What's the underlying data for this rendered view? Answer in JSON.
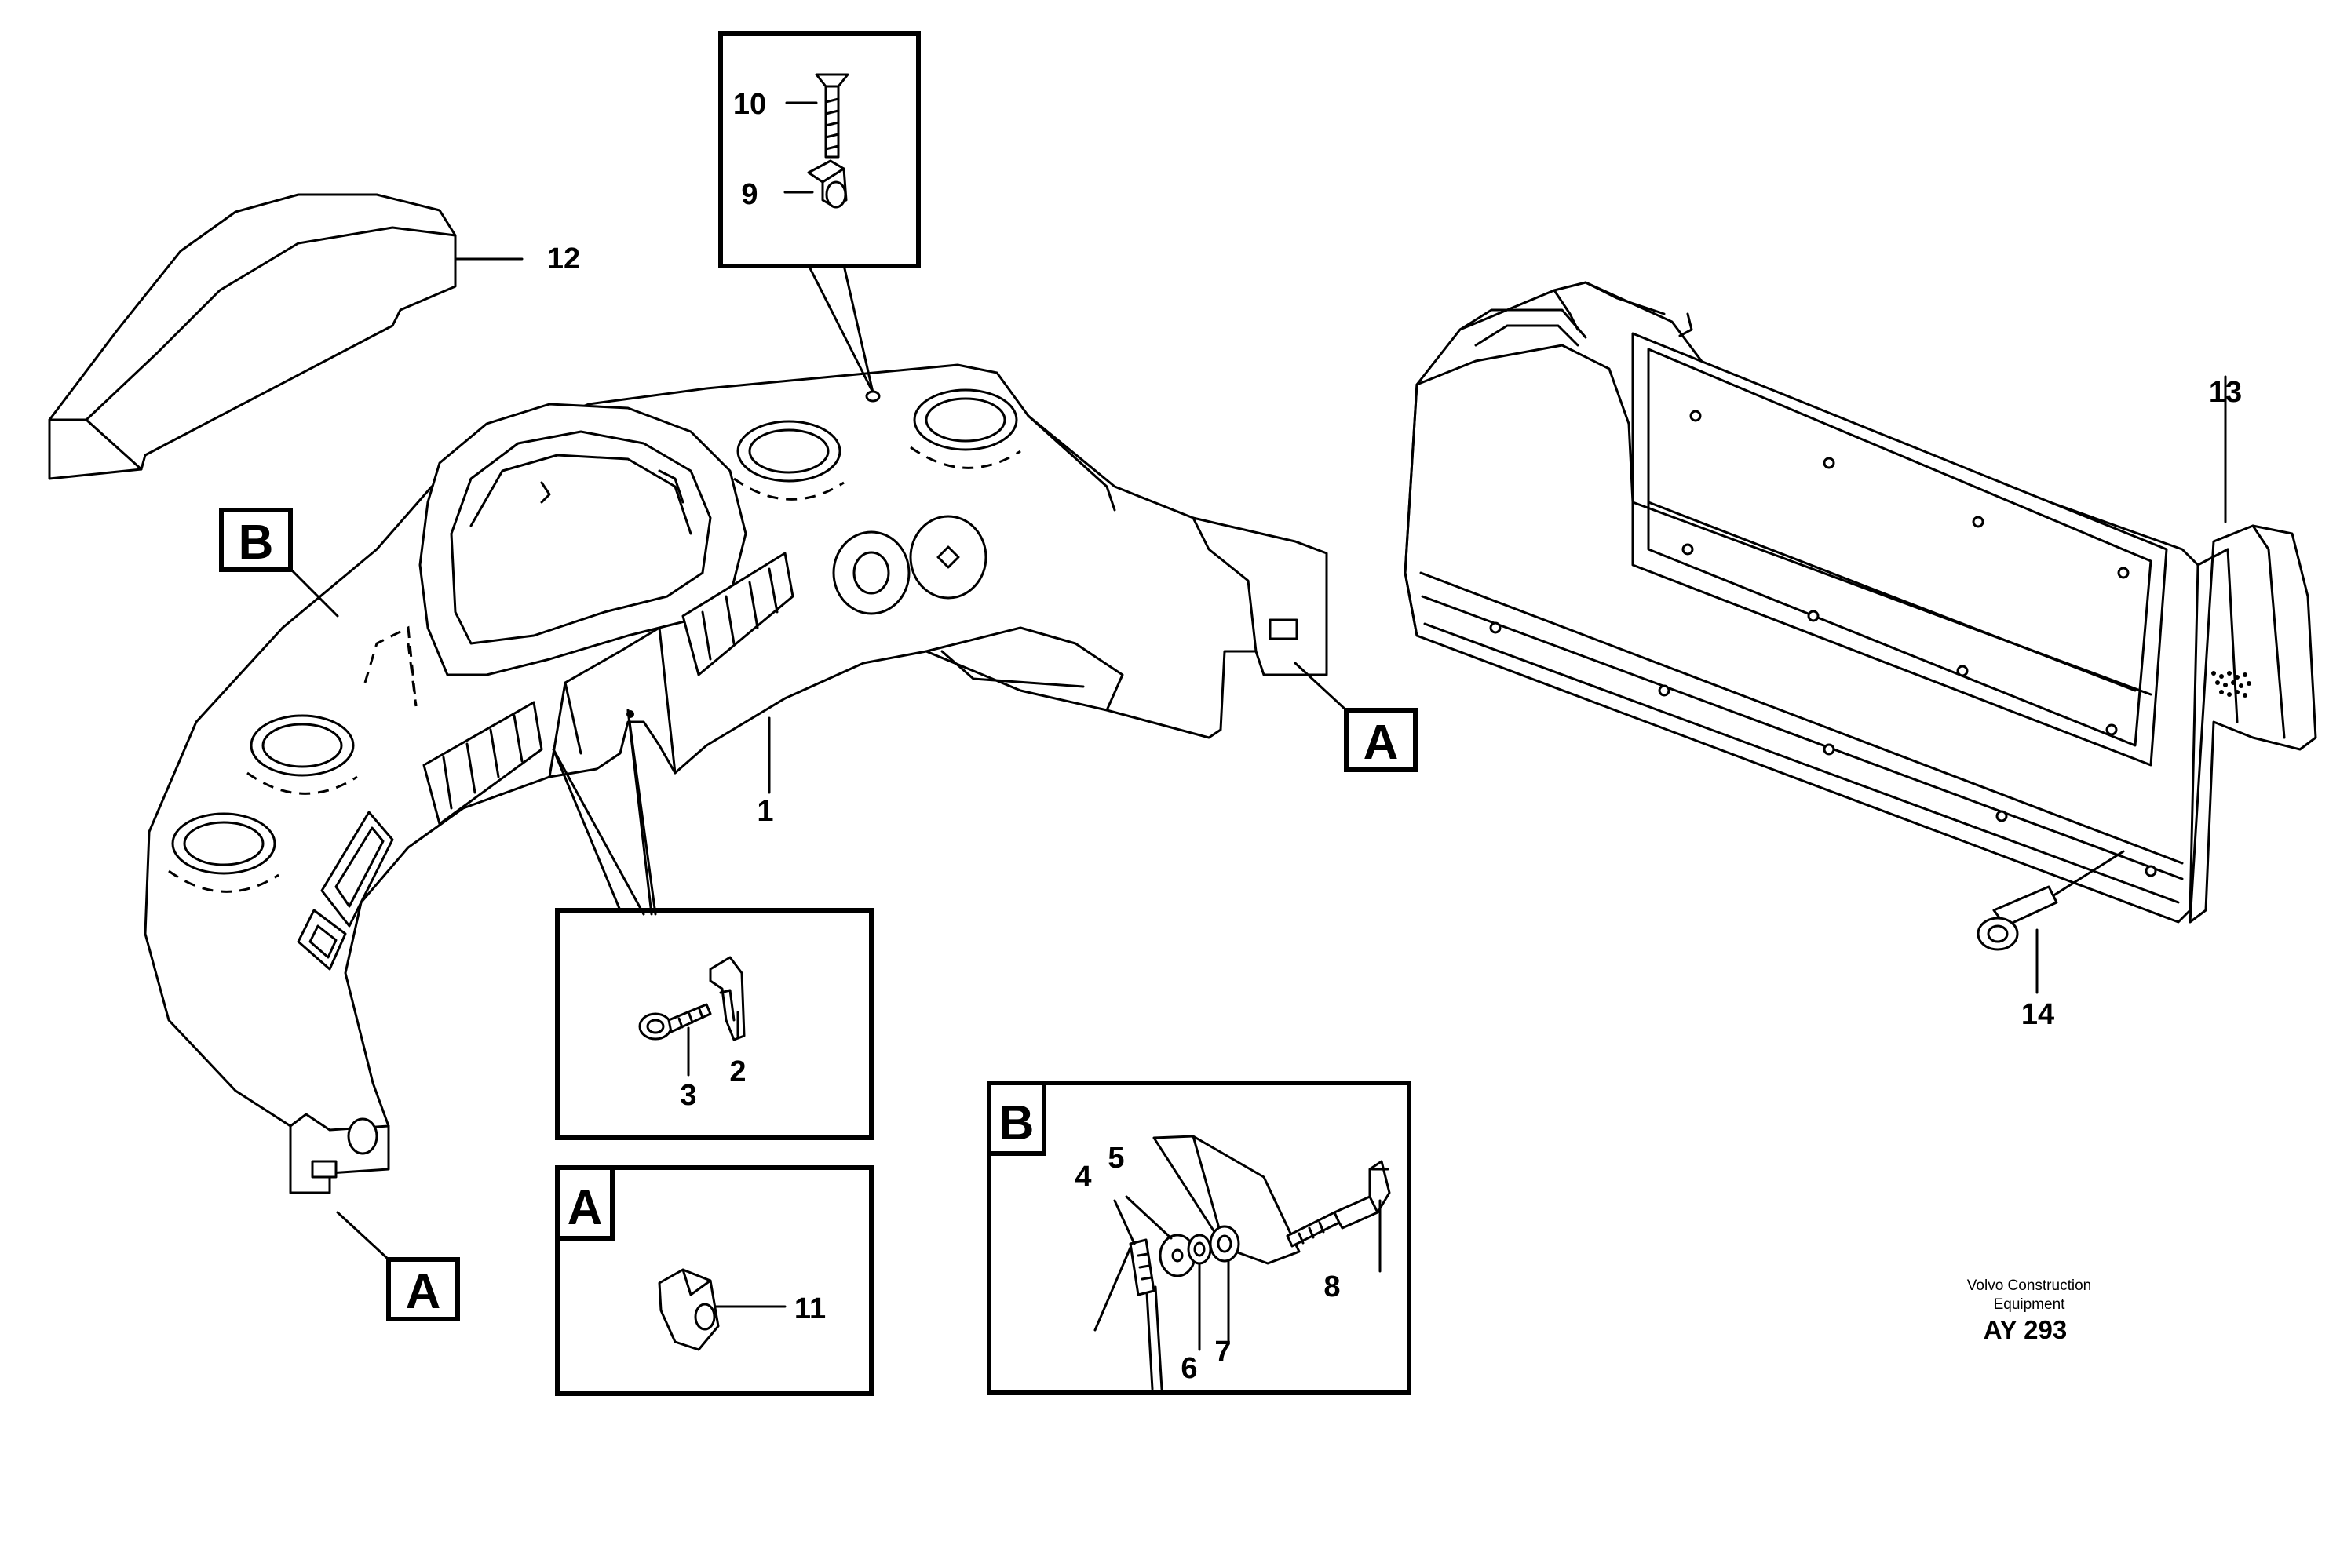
{
  "diagram": {
    "callouts": [
      "1",
      "2",
      "3",
      "4",
      "5",
      "6",
      "7",
      "8",
      "9",
      "10",
      "11",
      "12",
      "13",
      "14"
    ],
    "views": {
      "a": "A",
      "b": "B"
    },
    "credit": {
      "line1": "Volvo Construction",
      "line2": "Equipment",
      "code": "AY 293"
    }
  }
}
